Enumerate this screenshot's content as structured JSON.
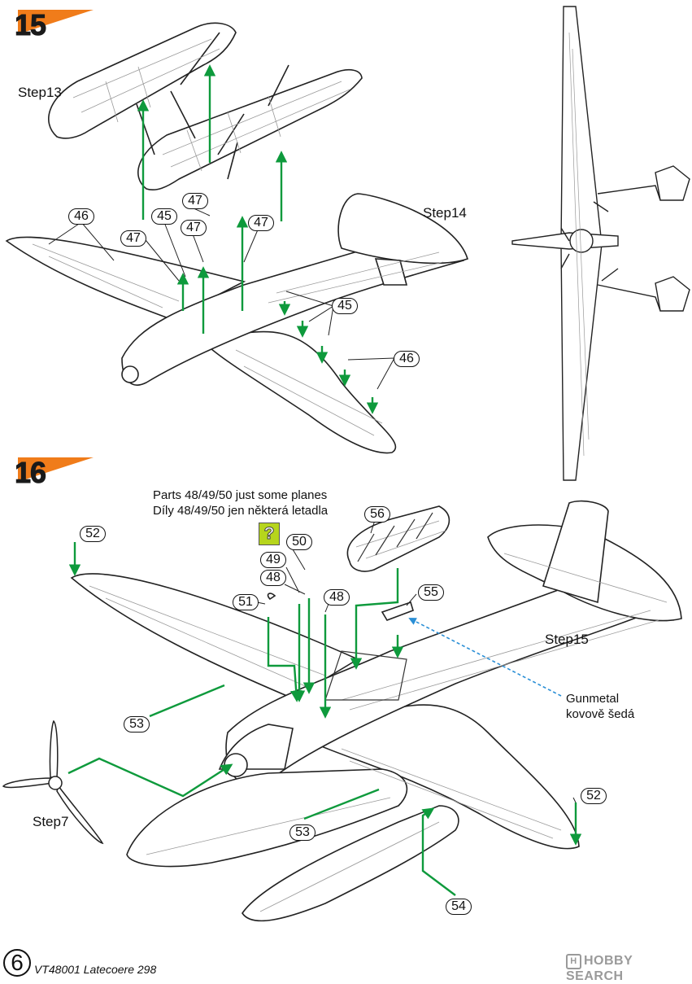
{
  "page": {
    "page_number": "6",
    "footer_title": "VT48001 Latecoere 298",
    "watermark": "HOBBY SEARCH"
  },
  "step15": {
    "number": "15",
    "label_step13": "Step13",
    "label_step14": "Step14",
    "callouts": [
      "46",
      "45",
      "47",
      "47",
      "47",
      "47",
      "45",
      "46"
    ]
  },
  "step16": {
    "number": "16",
    "note_line1": "Parts 48/49/50 just some planes",
    "note_line2": "Díly 48/49/50 jen některá letadla",
    "note_icon": "question-mark-icon",
    "label_step15": "Step15",
    "label_step7": "Step7",
    "gunmetal_line1": "Gunmetal",
    "gunmetal_line2": "kovově šedá",
    "callouts": [
      "52",
      "50",
      "56",
      "49",
      "48",
      "48",
      "51",
      "55",
      "53",
      "53",
      "52",
      "54"
    ]
  },
  "colors": {
    "accent_orange": "#f07c1a",
    "arrow_green": "#0e9a3c",
    "dashed_blue": "#2a8fd6",
    "note_green": "#b6d51c"
  }
}
